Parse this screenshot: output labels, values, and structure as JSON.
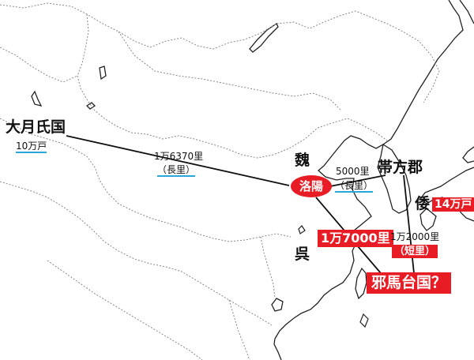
{
  "map": {
    "places": {
      "daygeshi": "大月氏国",
      "wei": "魏",
      "wu": "呉",
      "daifang": "帯方郡",
      "wa": "倭",
      "luoyang": "洛陽",
      "yamatai": "邪馬台国？"
    },
    "labels": {
      "households_daygeshi": "10万戸",
      "households_wa": "14万戸",
      "dist_daygeshi": "1万6370里",
      "unit_long_1": "（長里）",
      "dist_daifang": "5000里",
      "unit_long_2": "（長里）",
      "dist_yamatai_1": "1万7000里",
      "dist_yamatai_2": "1万2000里",
      "unit_short": "（短里）"
    },
    "colors": {
      "highlight": "#e81c24",
      "underline": "#2aa6d8",
      "coast": "#222222",
      "border": "#888888",
      "route": "#111111"
    }
  }
}
